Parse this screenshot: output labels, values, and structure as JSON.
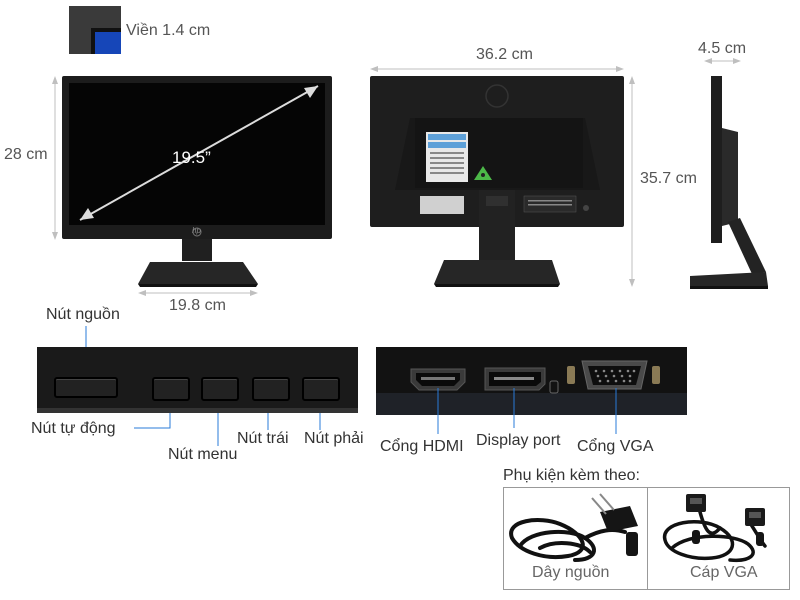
{
  "bezel": {
    "label": "Viền 1.4 cm"
  },
  "front": {
    "height_label": "28 cm",
    "diag_label": "19.5”",
    "base_width_label": "19.8 cm",
    "logo": "hp"
  },
  "back": {
    "width_label": "36.2 cm",
    "height_label": "35.7 cm"
  },
  "side": {
    "depth_label": "4.5 cm"
  },
  "buttons": {
    "power": "Nút nguồn",
    "auto": "Nút tự động",
    "menu": "Nút menu",
    "left": "Nút trái",
    "right": "Nút phải"
  },
  "ports": {
    "hdmi": "Cổng HDMI",
    "displayport": "Display port",
    "vga": "Cổng VGA"
  },
  "accessories": {
    "title": "Phụ kiện kèm theo:",
    "power_cable": "Dây nguồn",
    "vga_cable": "Cáp VGA"
  },
  "colors": {
    "monitor": "#1c1c1c",
    "screen": "#050505",
    "dim_line": "#bfbfbf",
    "leader": "#2a7bd8",
    "bezel_blue": "#1646b8"
  }
}
